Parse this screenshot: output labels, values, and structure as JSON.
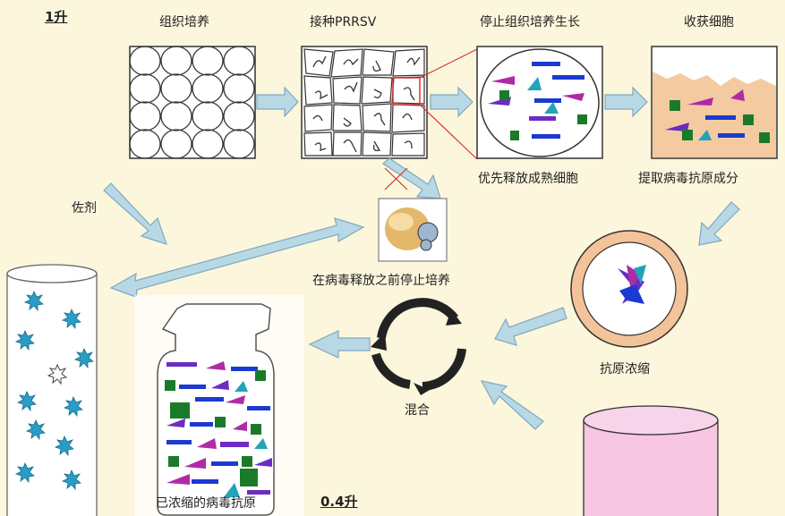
{
  "labels": {
    "volume_top": "1升",
    "tissue_culture": "组织培养",
    "inoculate": "接种PRRSV",
    "stop_growth": "停止组织培养生长",
    "harvest_cells": "收获细胞",
    "release_mature": "优先释放成熟细胞",
    "extract_antigen": "提取病毒抗原成分",
    "adjuvant": "佐剂",
    "stop_before_release": "在病毒释放之前停止培养",
    "antigen_concentrate": "抗原浓缩",
    "mix": "混合",
    "concentrated_antigen": "已浓缩的病毒抗原",
    "volume_bottom": "0.4升"
  },
  "colors": {
    "background": "#fbf6dc",
    "arrow": "#b8d8e6",
    "arrow_border": "#7fa9bd",
    "cell_bg": "#ffffff",
    "harvest_top": "#f4caa0",
    "ring": "#f3c39a",
    "pink_container": "#f6c6e2",
    "star": "#2a9dc6",
    "green": "#1b7a2a",
    "purple": "#6a2cc2",
    "magenta": "#b02aa6",
    "blue": "#1a3ad1",
    "teal": "#21a3b8"
  }
}
